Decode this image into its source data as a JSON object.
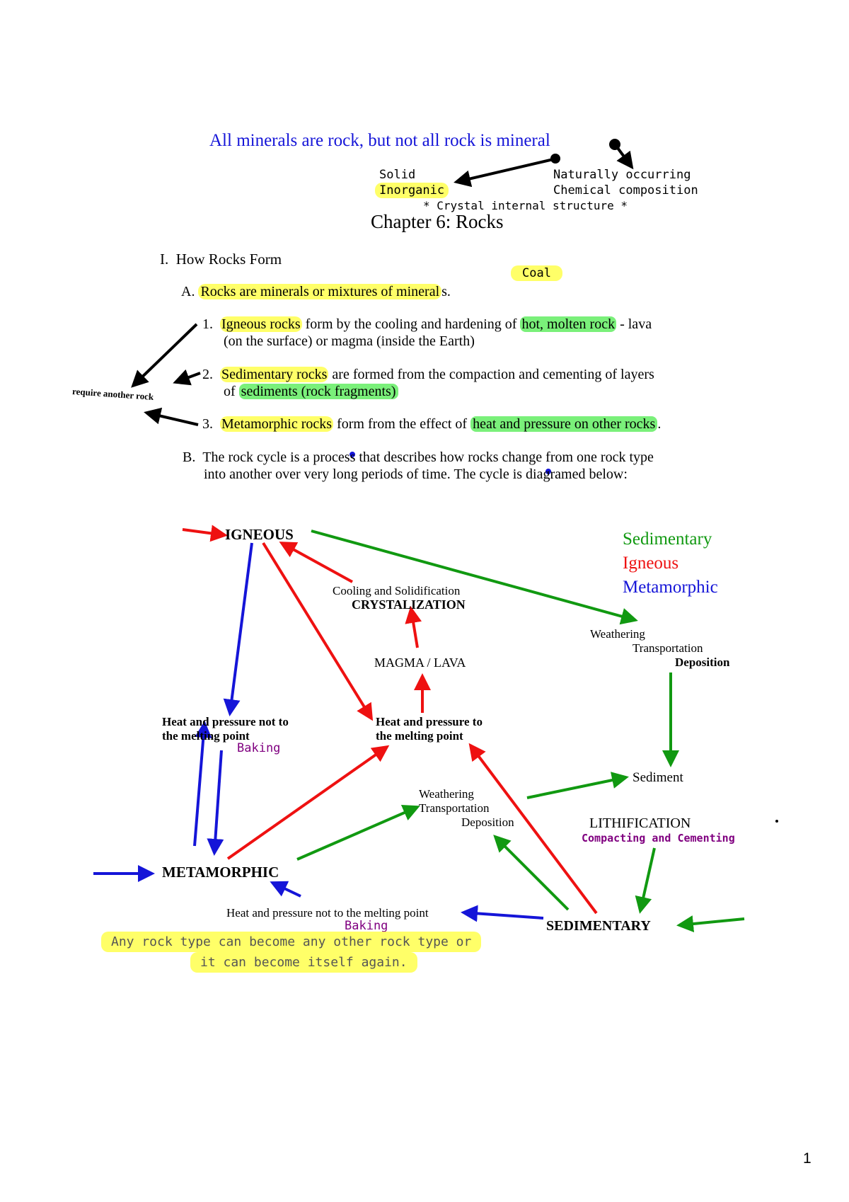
{
  "header_note": {
    "main": "All minerals are rock, but not all rock is mineral",
    "props_left": [
      "Solid",
      "Inorganic"
    ],
    "props_right": [
      "Naturally occurring",
      "Chemical composition"
    ],
    "props_center": "* Crystal internal structure *"
  },
  "chapter_title": "Chapter 6: Rocks",
  "section": {
    "num": "I.",
    "title": "How Rocks Form"
  },
  "coal_note": "Coal",
  "item_a": {
    "label": "A.",
    "text_hl": "Rocks are minerals or mixtures of mineral",
    "text_tail": "s."
  },
  "list": [
    {
      "num": "1.",
      "hl1": "Igneous rocks",
      "t1": " form by the cooling and hardening of ",
      "hl2": "hot, molten rock",
      "t2": " - lava",
      "line2": "(on the surface) or magma (inside the Earth)"
    },
    {
      "num": "2.",
      "hl1": "Sedimentary rocks",
      "t1": " are formed from the compaction and cementing of layers",
      "line2_pre": "of ",
      "line2_hl": "sediments (rock fragments)"
    },
    {
      "num": "3.",
      "hl1": "Metamorphic rocks",
      "t1": " form from the effect of ",
      "hl2": "heat and pressure on other rocks",
      "t2": "."
    }
  ],
  "side_note": "require another rock",
  "item_b": {
    "label": "B.",
    "line1": "The rock cycle is  a process that describes how rocks change from one rock type",
    "line2": "into another over very long periods of time.  The cycle is diagramed below:"
  },
  "legend": [
    "Sedimentary",
    "Igneous",
    "Metamorphic"
  ],
  "diagram": {
    "igneous": "IGNEOUS",
    "cooling": "Cooling and Solidification",
    "crystal": "CRYSTALIZATION",
    "magma": "MAGMA / LAVA",
    "weath1": [
      "Weathering",
      "Transportation",
      "Deposition"
    ],
    "heat_not": [
      "Heat and pressure not to",
      "the melting point"
    ],
    "baking1": "Baking",
    "heat_to": [
      "Heat and pressure to",
      "the melting point"
    ],
    "sediment": "Sediment",
    "weath2": [
      "Weathering",
      "Transportation",
      "Deposition"
    ],
    "lith": "LITHIFICATION",
    "compact": "Compacting and Cementing",
    "metamorphic": "METAMORPHIC",
    "heat_not2": "Heat and pressure not to the melting point",
    "baking2": "Baking",
    "sedimentary": "SEDIMENTARY"
  },
  "footer_note": [
    "Any rock type can become any other rock type or",
    "it can become itself again."
  ],
  "page_number": "1",
  "colors": {
    "blue": "#1515d8",
    "red": "#ee1111",
    "green": "#119911",
    "purple": "#800080",
    "highlight_yellow": "#ffff28",
    "highlight_green": "#28e628"
  }
}
